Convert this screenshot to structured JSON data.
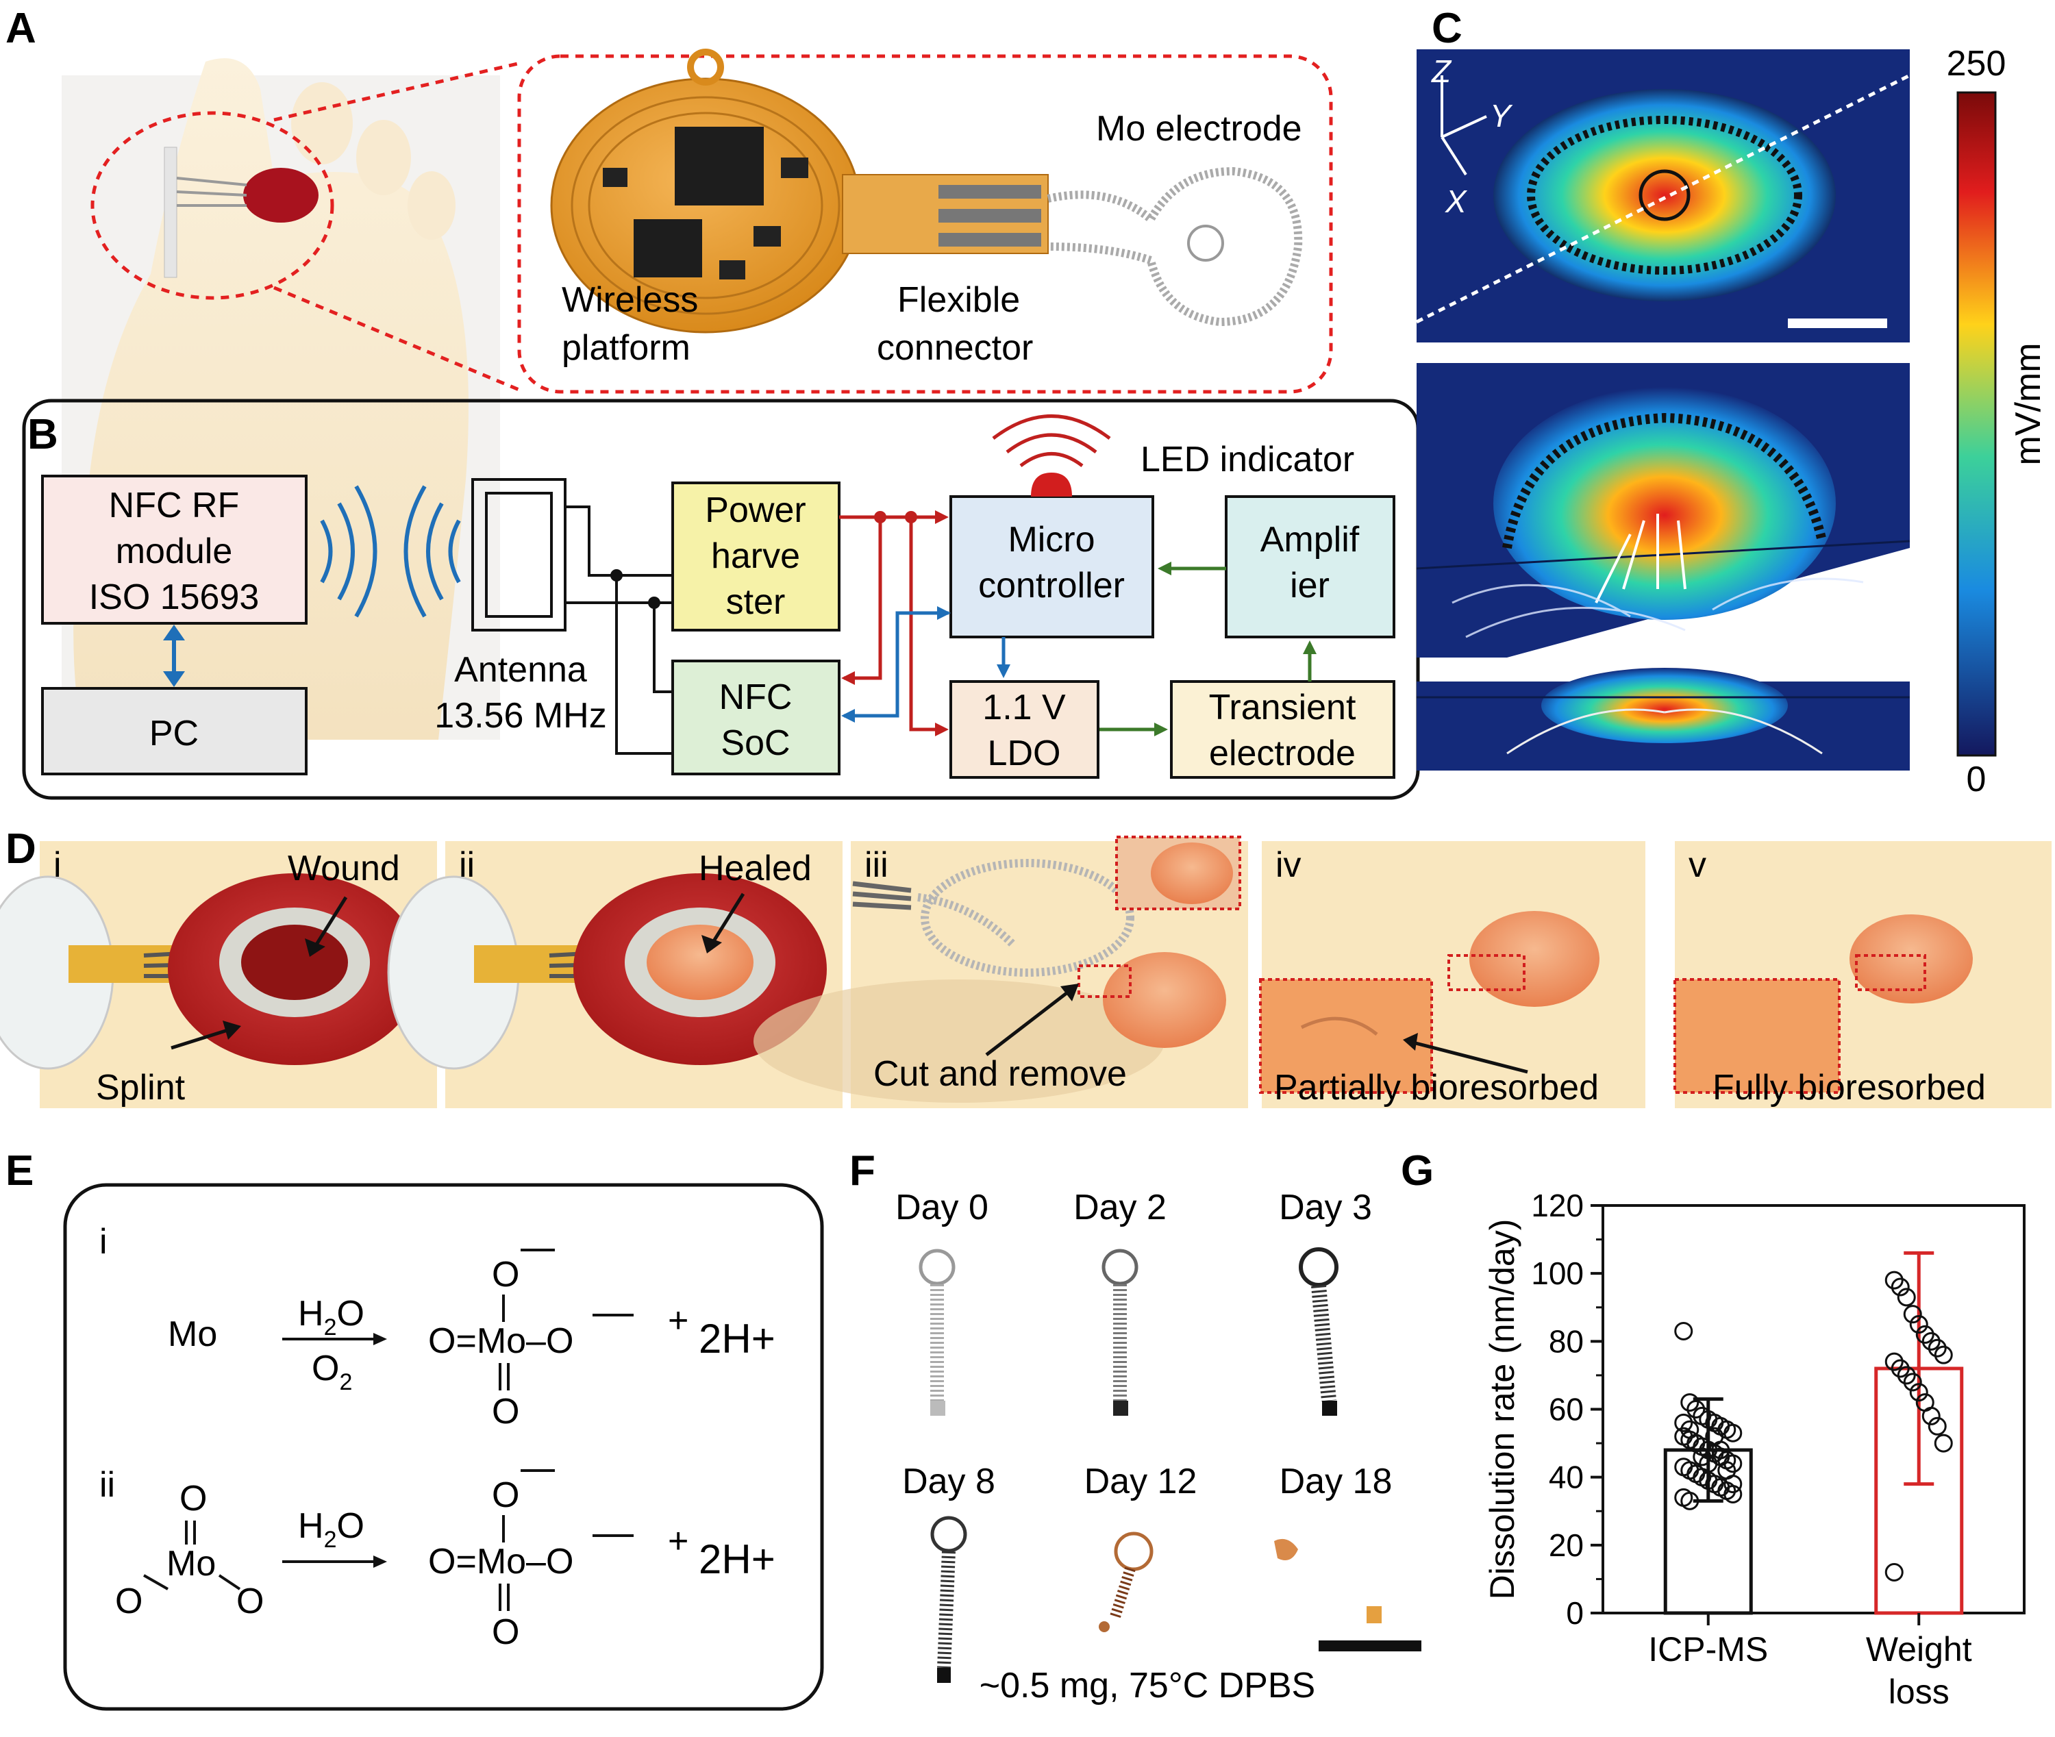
{
  "panel_labels": [
    "A",
    "B",
    "C",
    "D",
    "E",
    "F",
    "G"
  ],
  "panel_a": {
    "mo_electrode": "Mo electrode",
    "wireless_platform": [
      "Wireless",
      "platform"
    ],
    "flexible_connector": [
      "Flexible",
      "connector"
    ]
  },
  "panel_b": {
    "nfc_module": [
      "NFC RF",
      "module",
      "ISO 15693"
    ],
    "pc": "PC",
    "antenna": [
      "Antenna",
      "13.56 MHz"
    ],
    "power_harvester": [
      "Power",
      "harve",
      "ster"
    ],
    "micro_controller": [
      "Micro",
      "controller"
    ],
    "amplifier": [
      "Amplif",
      "ier"
    ],
    "nfc_soc": [
      "NFC",
      "SoC"
    ],
    "ldo": [
      "1.1 V",
      "LDO"
    ],
    "transient_electrode": [
      "Transient",
      "electrode"
    ],
    "led_indicator": "LED indicator",
    "colors": {
      "red": "#c0201e",
      "blue": "#1f6fb8",
      "green": "#3c7a2a"
    }
  },
  "panel_c": {
    "axes": {
      "z": "Z",
      "y": "Y",
      "x": "X"
    },
    "colorbar": {
      "max": "250",
      "min": "0",
      "unit": "mV/mm"
    }
  },
  "panel_d": {
    "subpanels": [
      "i",
      "ii",
      "iii",
      "iv",
      "v"
    ],
    "wound": "Wound",
    "splint": "Splint",
    "healed": "Healed",
    "cut_remove": "Cut and remove",
    "partially": "Partially bioresorbed",
    "fully": "Fully bioresorbed"
  },
  "panel_e": {
    "items": [
      "i",
      "ii"
    ],
    "mo": "Mo",
    "h2o": "H",
    "o2": "O",
    "product": "O=Mo–O",
    "o_top": "O",
    "o_bottom": "O",
    "plus": "+",
    "h_plus": "2H+",
    "moo3_o": "O",
    "moo3_mo": "Mo",
    "moo3_left": "O",
    "moo3_right": "O"
  },
  "panel_f": {
    "days": [
      "Day 0",
      "Day 2",
      "Day 3",
      "Day 8",
      "Day 12",
      "Day 18"
    ],
    "caption": "~0.5 mg, 75°C DPBS"
  },
  "chart_data": {
    "type": "bar",
    "categories": [
      "ICP-MS",
      "Weight loss"
    ],
    "values": [
      48,
      72
    ],
    "error": [
      15,
      34
    ],
    "ylabel": "Dissolution rate (nm/day)",
    "ylim": [
      0,
      120
    ],
    "yticks": [
      0,
      20,
      40,
      60,
      80,
      100,
      120
    ],
    "bar_colors": [
      "#111111",
      "#d62728"
    ],
    "points": {
      "ICP-MS": [
        83,
        62,
        60,
        58,
        57,
        56,
        55,
        54,
        53,
        52,
        51,
        50,
        49,
        48,
        47,
        46,
        45,
        44,
        43,
        42,
        41,
        40,
        39,
        38,
        37,
        36,
        35,
        34,
        33,
        50,
        46,
        44,
        52,
        48,
        42,
        38,
        56,
        54
      ],
      "Weight loss": [
        98,
        96,
        93,
        88,
        85,
        82,
        80,
        78,
        76,
        74,
        72,
        70,
        68,
        65,
        62,
        58,
        55,
        50,
        12
      ]
    }
  }
}
